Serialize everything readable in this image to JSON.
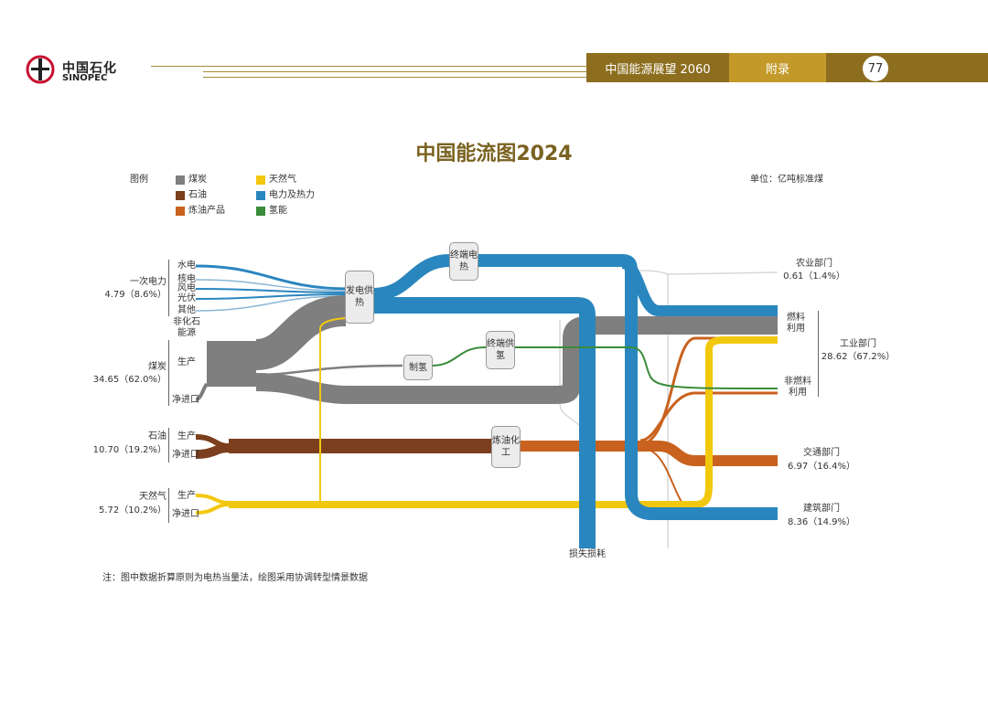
{
  "header": {
    "logo_cn": "中国石化",
    "logo_en": "SINOPEC",
    "report_title": "中国能源展望 2060",
    "section": "附录",
    "page_number": "77"
  },
  "chart_title": "中国能流图2024",
  "legend": {
    "heading": "图例",
    "unit": "单位：亿吨标准煤",
    "items": [
      {
        "label": "煤炭",
        "color": "#7f7f7f"
      },
      {
        "label": "石油",
        "color": "#7b3f1e"
      },
      {
        "label": "炼油产品",
        "color": "#c8621e"
      },
      {
        "label": "天然气",
        "color": "#f2c80f"
      },
      {
        "label": "电力及热力",
        "color": "#2a86be"
      },
      {
        "label": "氢能",
        "color": "#3a8c3a"
      }
    ]
  },
  "sources": {
    "primary_power": {
      "label": "一次电力",
      "value": "4.79（8.6%）",
      "sub": [
        "水电",
        "核电",
        "风电",
        "光伏",
        "其他",
        "非化石能源"
      ]
    },
    "coal": {
      "label": "煤炭",
      "value": "34.65（62.0%）",
      "sub": [
        "生产",
        "净进口"
      ]
    },
    "oil": {
      "label": "石油",
      "value": "10.70（19.2%）",
      "sub": [
        "生产",
        "净进口"
      ]
    },
    "gas": {
      "label": "天然气",
      "value": "5.72（10.2%）",
      "sub": [
        "生产",
        "净进口"
      ]
    }
  },
  "process_nodes": {
    "power_gen": "发电供热",
    "end_electric": "终端电热",
    "hydrogen_prod": "制氢",
    "end_hydrogen": "终端供氢",
    "refining": "炼油化工"
  },
  "sinks": {
    "agriculture": {
      "label": "农业部门",
      "value": "0.61（1.4%）"
    },
    "industry": {
      "label": "工业部门",
      "value": "28.62（67.2%）",
      "fuel": "燃料利用",
      "nonfuel": "非燃料利用"
    },
    "transport": {
      "label": "交通部门",
      "value": "6.97（16.4%）"
    },
    "building": {
      "label": "建筑部门",
      "value": "8.36（14.9%）"
    },
    "loss": "损失损耗"
  },
  "note": "注：图中数据折算原则为电热当量法，绘图采用协调转型情景数据"
}
